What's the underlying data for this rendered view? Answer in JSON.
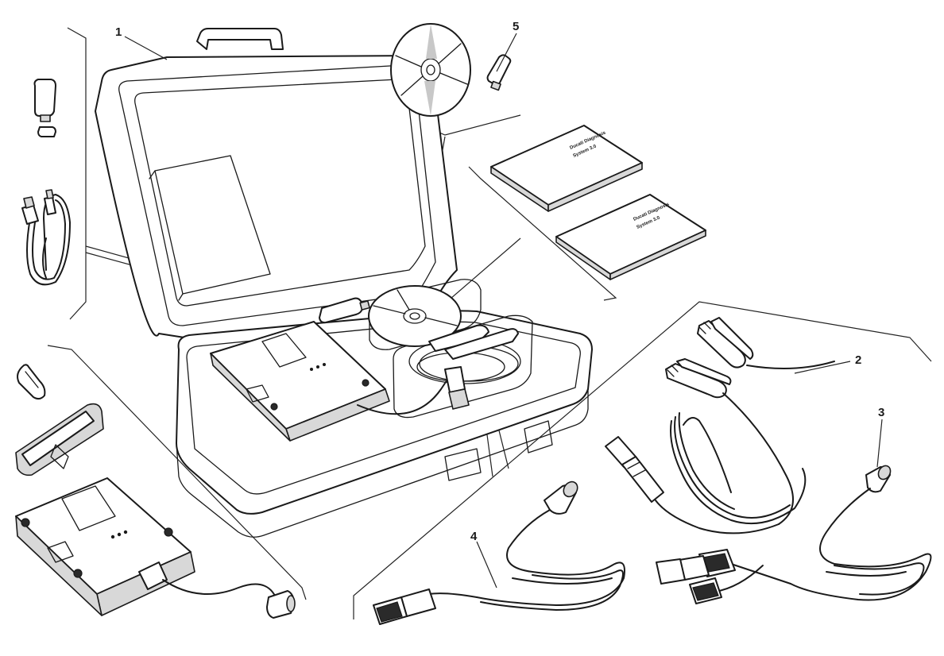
{
  "callouts": [
    {
      "id": "1",
      "label": "1"
    },
    {
      "id": "2",
      "label": "2"
    },
    {
      "id": "3",
      "label": "3"
    },
    {
      "id": "4",
      "label": "4"
    },
    {
      "id": "5",
      "label": "5"
    }
  ],
  "manuals": {
    "top": [
      "Ducati Diagnosis",
      "System 3.0"
    ],
    "bottom": [
      "Ducati Diagnosis",
      "System 3.0"
    ]
  },
  "icons": {
    "case": "carrying-case-icon",
    "cd": "cd-disc-icon",
    "usb": "usb-stick-icon",
    "manual": "manual-book-icon",
    "battery_cable": "battery-clamp-cable-icon",
    "diag_cable": "diagnostic-cable-icon",
    "interface": "diagnosis-interface-unit-icon",
    "strap": "shoulder-strap-icon",
    "carabiner": "carabiner-icon"
  }
}
